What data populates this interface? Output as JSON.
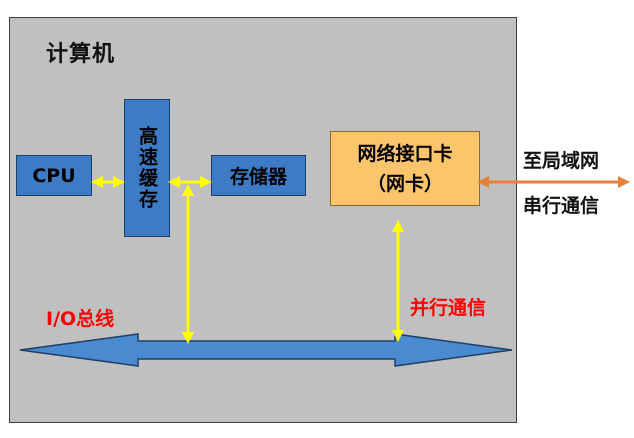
{
  "diagram": {
    "computer_title": "计算机",
    "cpu_label": "CPU",
    "cache_label": "高速缓存",
    "memory_label": "存储器",
    "nic_line1": "网络接口卡",
    "nic_line2": "（网卡）",
    "io_bus_label": "I/O总线",
    "parallel_label": "并行通信",
    "lan_label": "至局域网",
    "serial_label": "串行通信"
  },
  "colors": {
    "computer_box": "#c0c0c0",
    "blue_box": "#3d7bc6",
    "nic_box": "#fcc46b",
    "yellow_arrow": "#ffff00",
    "orange_arrow": "#e8823a",
    "bus_fill": "#4a8ad0",
    "red_text": "#ff0000"
  }
}
